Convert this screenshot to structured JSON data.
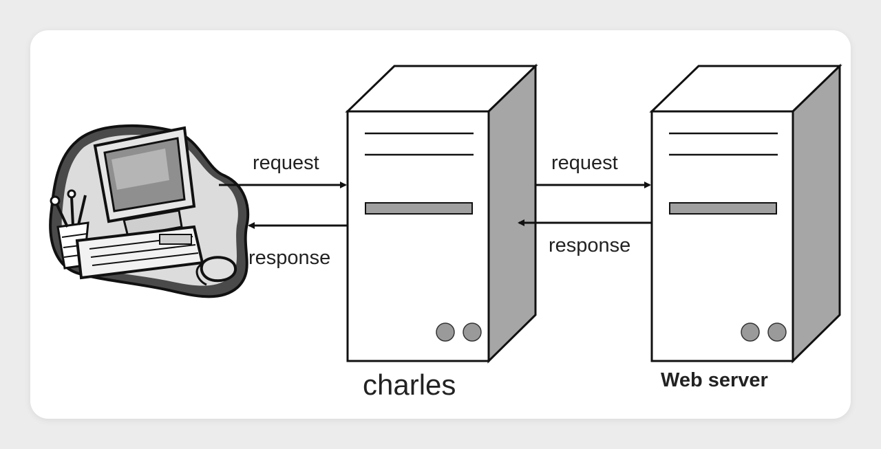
{
  "labels": {
    "request_left": "request",
    "response_left": "response",
    "request_right": "request",
    "response_right": "response",
    "proxy_name": "charles",
    "server_name": "Web server"
  },
  "colors": {
    "background": "#ececec",
    "card": "#ffffff",
    "line": "#111111",
    "server_side": "#a6a6a6",
    "server_bar": "#a0a0a0",
    "led": "#9a9a9a"
  }
}
